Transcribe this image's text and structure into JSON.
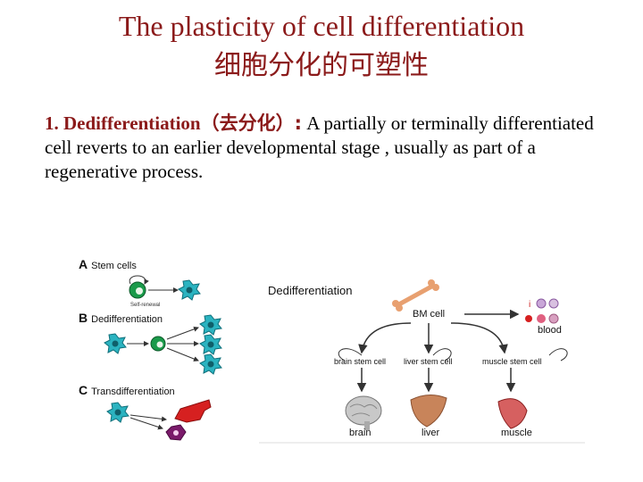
{
  "slide": {
    "title_en": "The plasticity of cell differentiation",
    "title_zh": "细胞分化的可塑性",
    "paragraph": {
      "term": "1. Dedifferentiation",
      "term_zh": "（去分化）:",
      "text": " A partially or terminally differentiated cell reverts to an earlier developmental stage , usually as part of a regenerative process."
    }
  },
  "figure_left": {
    "a_letter": "A",
    "a_label": "Stem cells",
    "self_renewal": "Self-renewal",
    "b_letter": "B",
    "b_label": "Dedifferentiation",
    "c_letter": "C",
    "c_label": "Transdifferentiation"
  },
  "figure_right": {
    "title": "Dedifferentiation",
    "bm_cell": "BM cell",
    "blood": "blood",
    "brain_stem_cell": "brain stem cell",
    "liver_stem_cell": "liver stem cell",
    "muscle_stem_cell": "muscle stem cell",
    "brain": "brain",
    "liver": "liver",
    "muscle": "muscle"
  },
  "colors": {
    "title": "#8b1a1a",
    "teal_cell": "#2bb3c0",
    "green_cell": "#1a9a4a",
    "red_cell": "#d62020",
    "purple_cell": "#7a1a6a"
  }
}
